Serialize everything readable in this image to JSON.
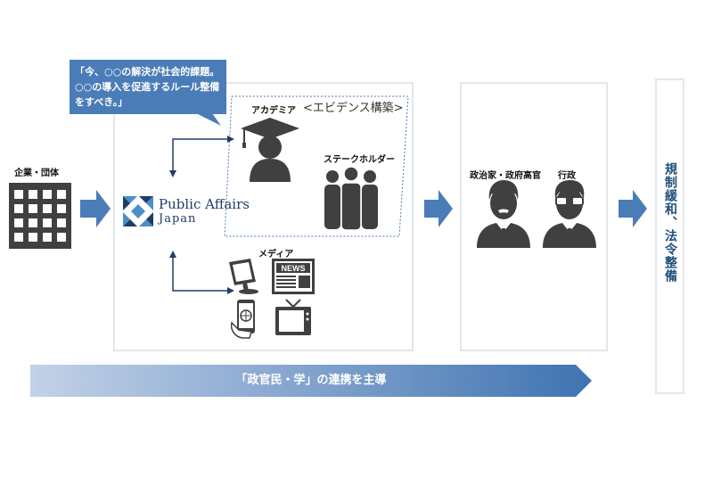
{
  "client": {
    "label": "企業・団体"
  },
  "bubble": {
    "text": "「今、○○の解決が社会的課題。○○の導入を促進するルール整備をすべき。」"
  },
  "evidence": {
    "label": "<エビデンス構築>"
  },
  "academia": {
    "label": "アカデミア"
  },
  "stakeholder": {
    "label": "ステークホルダー"
  },
  "media": {
    "label": "メディア",
    "news_text": "NEWS"
  },
  "logo": {
    "name": "Public Affairs",
    "sub": "Japan"
  },
  "politicians": {
    "label": "政治家・政府高官"
  },
  "administration": {
    "label": "行政"
  },
  "outcome": {
    "label": "規制緩和、法令整備"
  },
  "banner": {
    "text": "「政官民・学」の連携を主導"
  },
  "colors": {
    "accent": "#4a7cb8",
    "dark_icon": "#404040",
    "panel_border": "#e3e6ea",
    "banner_start": "#c3d2e8",
    "banner_end": "#3f73b1"
  }
}
